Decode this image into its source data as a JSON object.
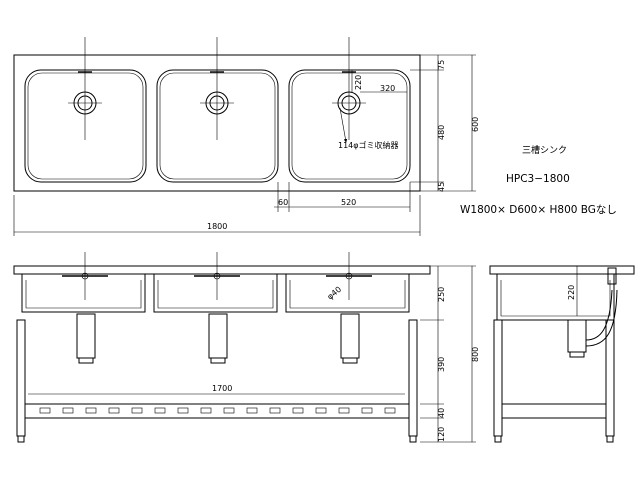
{
  "product": {
    "name_jp": "三槽シンク",
    "model": "HPC3−1800",
    "size_spec": "W1800× D600× H800  BGなし"
  },
  "top_view": {
    "drain_note": "114φゴミ収納器",
    "dims": {
      "overall_width": "1800",
      "right_margin": "60",
      "basin_width": "520",
      "bowl_offset_x": "320",
      "bowl_offset_y": "220",
      "depth_overall": "600",
      "depth_back": "75",
      "depth_basin": "480",
      "depth_front": "45"
    }
  },
  "front_view": {
    "pipe_label": "φ40",
    "dims": {
      "inner_width": "1700",
      "basin_depth": "250",
      "leg_mid": "390",
      "shelf_thk": "40",
      "shelf_height": "120",
      "overall_height": "800"
    }
  },
  "side_view": {
    "dims": {
      "bowl_depth": "220"
    }
  }
}
